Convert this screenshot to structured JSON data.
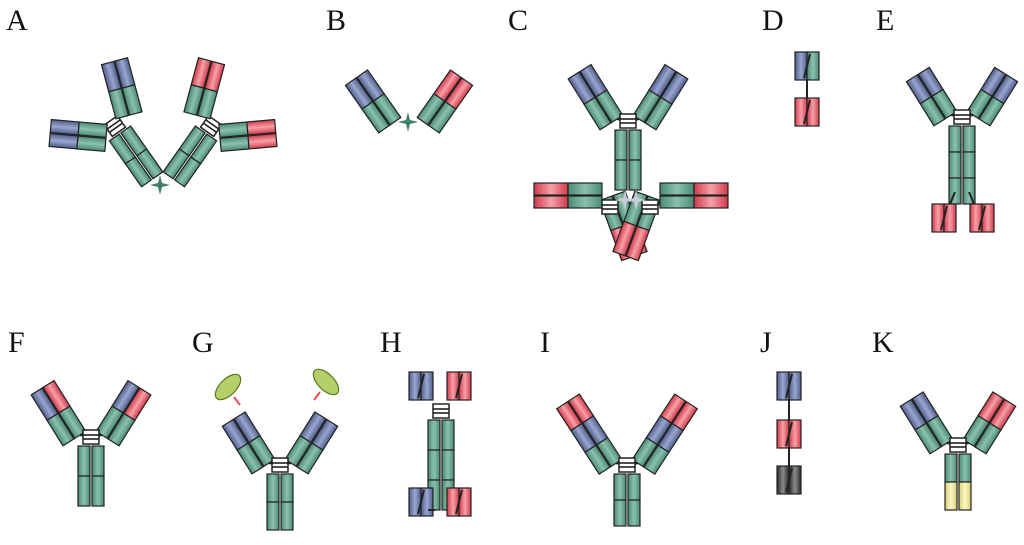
{
  "panels": [
    {
      "id": "A",
      "label": "A"
    },
    {
      "id": "B",
      "label": "B"
    },
    {
      "id": "C",
      "label": "C"
    },
    {
      "id": "D",
      "label": "D"
    },
    {
      "id": "E",
      "label": "E"
    },
    {
      "id": "F",
      "label": "F"
    },
    {
      "id": "G",
      "label": "G"
    },
    {
      "id": "H",
      "label": "H"
    },
    {
      "id": "I",
      "label": "I"
    },
    {
      "id": "J",
      "label": "J"
    },
    {
      "id": "K",
      "label": "K"
    }
  ],
  "colors": {
    "constant": "#5f9e88",
    "variable_blue": "#6a78a6",
    "variable_red": "#e0505e",
    "variable_black": "#333333",
    "yellow": "#e7dd8a",
    "green_ellipse": "#b7cf6a",
    "outline": "#222222"
  }
}
